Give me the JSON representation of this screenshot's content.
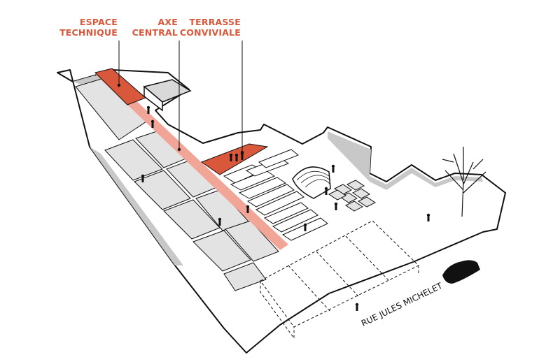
{
  "labels": {
    "espace_technique": {
      "line1": "ESPACE",
      "line2": "TECHNIQUE"
    },
    "axe_central": {
      "line1": "AXE",
      "line2": "CENTRAL"
    },
    "terrasse_conviviale": {
      "line1": "TERRASSE",
      "line2": "CONVIVIALE"
    }
  },
  "street_name": "RUE JULES MICHELET",
  "colors": {
    "accent": "#d9583b",
    "axis": "#f1a596",
    "parking": "#e3e3e3",
    "wall_shadow": "#c8c8c8",
    "car": "#111111"
  }
}
